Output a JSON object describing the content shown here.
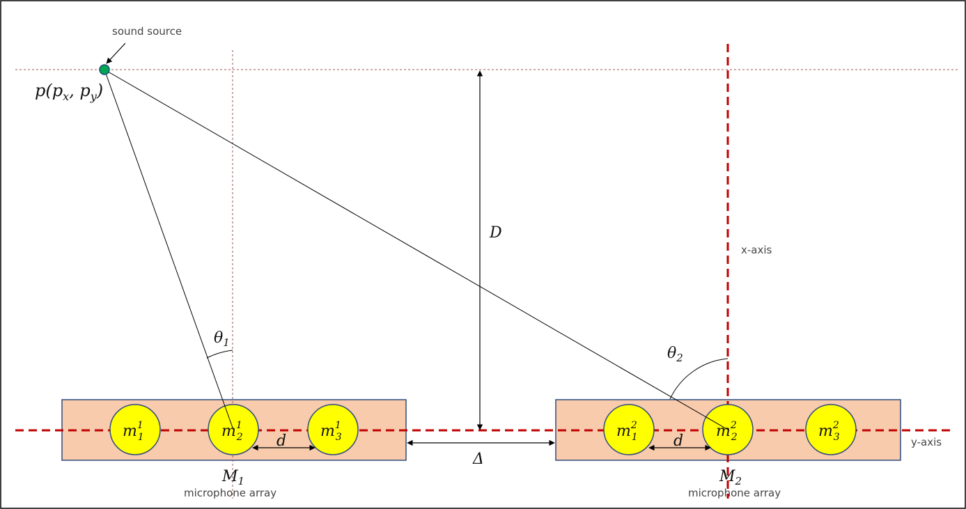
{
  "labels": {
    "sound_source": "sound source",
    "source_point": {
      "main": "p(p",
      "sub_x": "x",
      "sep": ", p",
      "sub_y": "y",
      "end": ")"
    },
    "distance_D": "D",
    "x_axis": "x-axis",
    "y_axis": "y-axis",
    "spacing_d": "d",
    "gap_delta": "Δ",
    "theta1": {
      "main": "θ",
      "sub": "1"
    },
    "theta2": {
      "main": "θ",
      "sub": "2"
    }
  },
  "arrays": [
    {
      "label": {
        "main": "M",
        "sub": "1"
      },
      "caption": "microphone array",
      "mics": [
        {
          "main": "m",
          "sup": "1",
          "sub": "1"
        },
        {
          "main": "m",
          "sup": "1",
          "sub": "2"
        },
        {
          "main": "m",
          "sup": "1",
          "sub": "3"
        }
      ]
    },
    {
      "label": {
        "main": "M",
        "sub": "2"
      },
      "caption": "microphone array",
      "mics": [
        {
          "main": "m",
          "sup": "2",
          "sub": "1"
        },
        {
          "main": "m",
          "sup": "2",
          "sub": "2"
        },
        {
          "main": "m",
          "sup": "2",
          "sub": "3"
        }
      ]
    }
  ],
  "colors": {
    "array_fill": "#F8CBAD",
    "array_border": "#2F4B7C",
    "mic_fill": "#FFFF00",
    "mic_border": "#2F4B7C",
    "axis_dash": "#C00000",
    "guide_dot": "#A05050",
    "source_fill": "#00A651",
    "line": "#000000"
  }
}
